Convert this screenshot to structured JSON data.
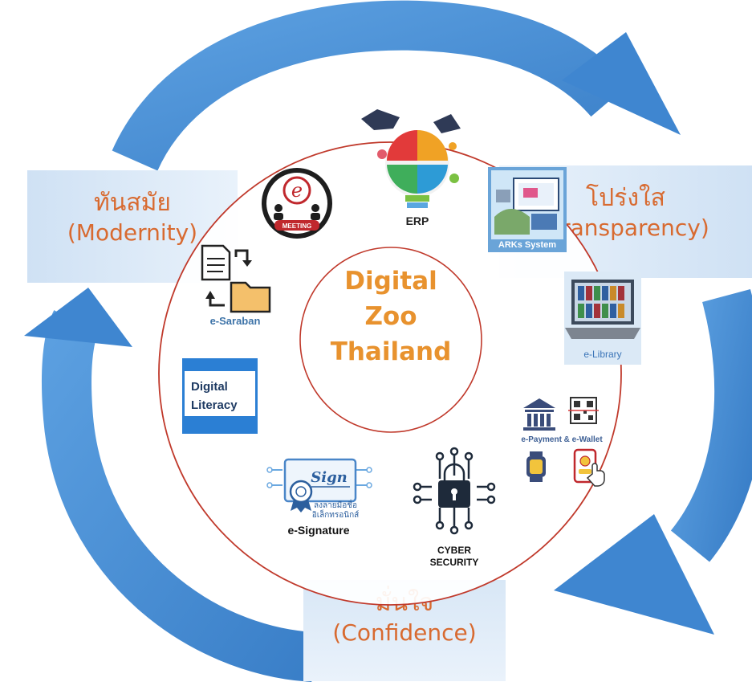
{
  "center": {
    "line1": "Digital",
    "line2": "Zoo",
    "line3": "Thailand"
  },
  "values": {
    "modernity": {
      "thai": "ทันสมัย",
      "english": "(Modernity)"
    },
    "transparency": {
      "thai": "โปร่งใส",
      "english": "(Transparency)"
    },
    "confidence": {
      "thai": "มั่นใจ",
      "english": "(Confidence)"
    }
  },
  "systems": {
    "meeting": "MEETING",
    "meeting_letter": "e",
    "erp": "ERP",
    "arks": "ARKs System",
    "elibrary": "e-Library",
    "esaraban": "e-Saraban",
    "digital_literacy_1": "Digital",
    "digital_literacy_2": "Literacy",
    "epayment": "e-Payment & e-Wallet",
    "esignature": "e-Signature",
    "sign_word": "Sign",
    "sign_thai_1": "ลงลายมือชื่อ",
    "sign_thai_2": "อิเล็กทรอนิกส์",
    "cyber_1": "CYBER",
    "cyber_2": "SECURITY"
  },
  "colors": {
    "arrow_blue": "#4a8fd6",
    "ring_red": "#c0392b",
    "center_orange": "#e8922e",
    "value_text": "#d86a30",
    "box_blue": "#cfe1f4"
  }
}
